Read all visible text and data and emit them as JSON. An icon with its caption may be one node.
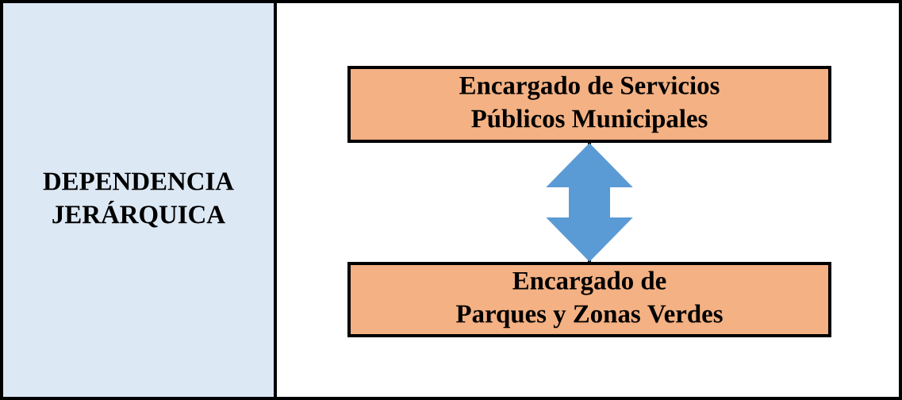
{
  "diagram": {
    "nodes": [
      {
        "text": [
          "DEPENDENCIA JERÁRQUICA"
        ]
      },
      {
        "text": [],
        "shape": "box"
      },
      {
        "text": [
          "Encargado de Servicios Públicos Municipales"
        ],
        "in": 1
      },
      {
        "text": [
          "Encargado de Parques y Zonas Verdes"
        ],
        "in": 1
      }
    ],
    "edges": [
      {
        "from": 2,
        "to": 3,
        "arrow": "none"
      },
      {
        "from": 2,
        "to": 3,
        "arrow": "both",
        "style": "thick",
        "color": "#5b9bd5"
      }
    ]
  }
}
